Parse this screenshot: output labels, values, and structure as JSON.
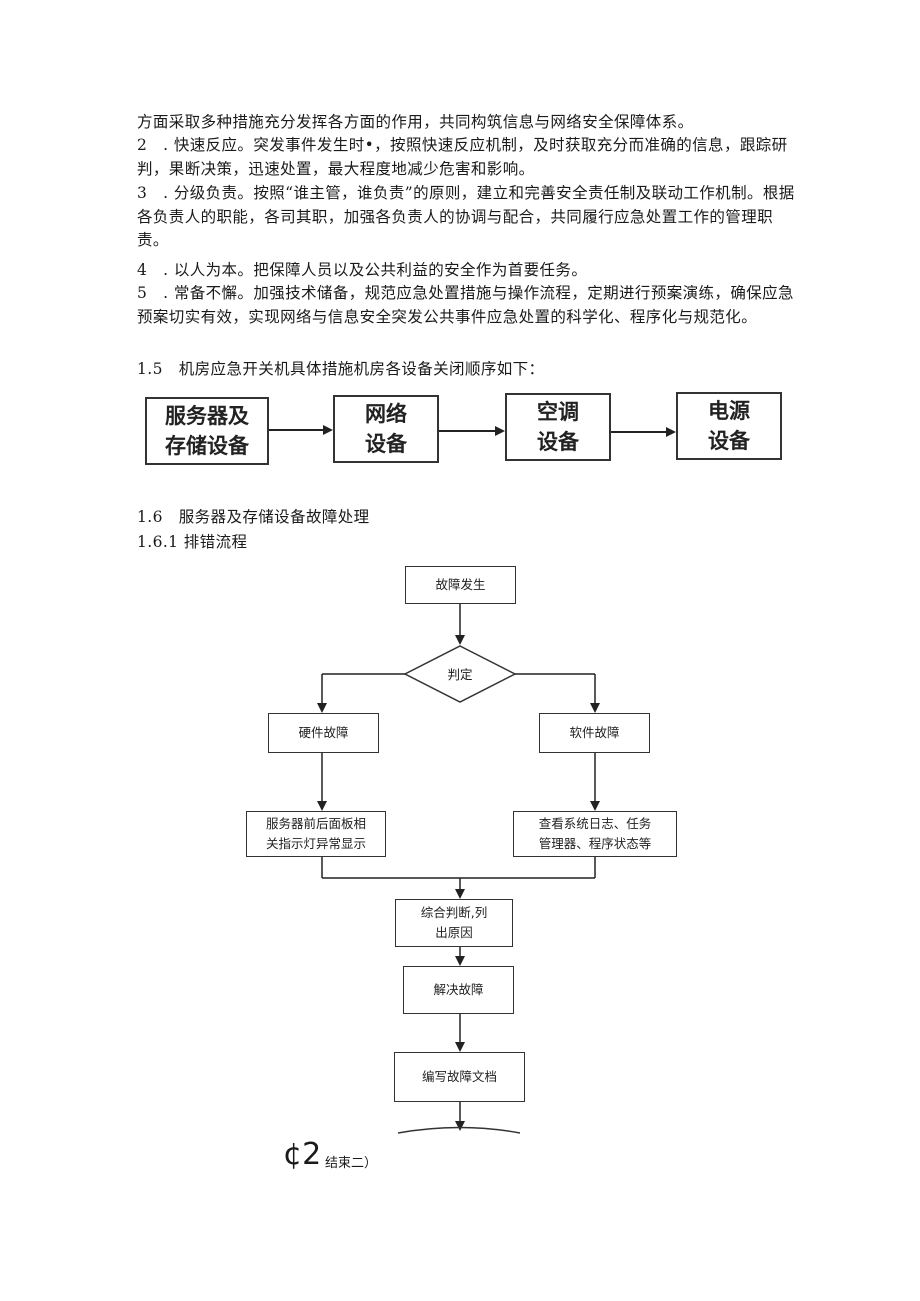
{
  "paragraphs": {
    "p0": "方面采取多种措施充分发挥各方面的作用，共同构筑信息与网络安全保障体系。",
    "p2": "2　. 快速反应。突发事件发生时•，按照快速反应机制，及时获取充分而准确的信息，跟踪研判，果断决策，迅速处置，最大程度地减少危害和影响。",
    "p3": "3　. 分级负责。按照“谁主管，谁负责”的原则，建立和完善安全责任制及联动工作机制。根据各负责人的职能，各司其职，加强各负责人的协调与配合，共同履行应急处置工作的管理职责。",
    "p4": "4　. 以人为本。把保障人员以及公共利益的安全作为首要任务。",
    "p5": "5　. 常备不懈。加强技术储备，规范应急处置措施与操作流程，定期进行预案演练，确保应急预案切实有效，实现网络与信息安全突发公共事件应急处置的科学化、程序化与规范化。"
  },
  "section_1_5": "1.5　机房应急开关机具体措施机房各设备关闭顺序如下：",
  "shutdown_flow": {
    "box1": "服务器及\n存储设备",
    "box2": "网络\n设备",
    "box3": "空调\n设备",
    "box4": "电源\n设备"
  },
  "section_1_6": "1.6　服务器及存储设备故障处理",
  "section_1_6_1": "1.6.1 排错流程",
  "troubleshoot_flow": {
    "start": "故障发生",
    "decision": "判定",
    "hardware": "硬件故障",
    "software": "软件故障",
    "hardware_check": "服务器前后面板相\n关指示灯异常显示",
    "software_check": "查看系统日志、任务\n管理器、程序状态等",
    "analyze": "综合判断,列\n出原因",
    "resolve": "解决故障",
    "document": "编写故障文档",
    "end_prefix": "¢2",
    "end_label": "结束二）"
  }
}
